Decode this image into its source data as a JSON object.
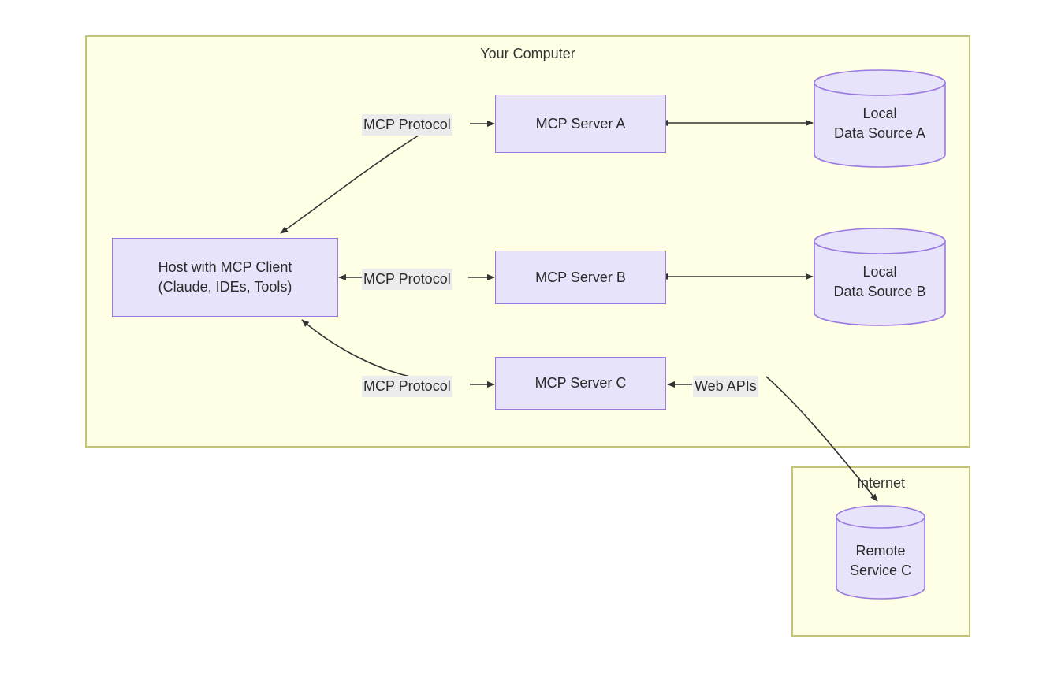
{
  "diagram": {
    "title_hidden": "MCP architecture overview",
    "groups": [
      {
        "id": "your-computer",
        "label": "Your Computer"
      },
      {
        "id": "internet",
        "label": "Internet"
      }
    ],
    "nodes": [
      {
        "id": "host",
        "label_line1": "Host with MCP Client",
        "label_line2": "(Claude, IDEs, Tools)"
      },
      {
        "id": "server-a",
        "label": "MCP Server A"
      },
      {
        "id": "server-b",
        "label": "MCP Server B"
      },
      {
        "id": "server-c",
        "label": "MCP Server C"
      }
    ],
    "datastores": [
      {
        "id": "local-a",
        "label_line1": "Local",
        "label_line2": "Data Source A"
      },
      {
        "id": "local-b",
        "label_line1": "Local",
        "label_line2": "Data Source B"
      },
      {
        "id": "remote-c",
        "label_line1": "Remote",
        "label_line2": "Service C"
      }
    ],
    "edge_labels": [
      {
        "id": "mcp-protocol-a",
        "text": "MCP Protocol"
      },
      {
        "id": "mcp-protocol-b",
        "text": "MCP Protocol"
      },
      {
        "id": "mcp-protocol-c",
        "text": "MCP Protocol"
      },
      {
        "id": "web-apis",
        "text": "Web APIs"
      }
    ],
    "colors": {
      "group_fill": "#ffffe6",
      "group_stroke": "#c3c37a",
      "node_fill": "#e7e3fb",
      "node_stroke": "#9a79e0",
      "label_fill": "#ebebeb",
      "edge_stroke": "#333333",
      "text": "#2b2b2b",
      "page_bg": "#ffffff"
    }
  }
}
